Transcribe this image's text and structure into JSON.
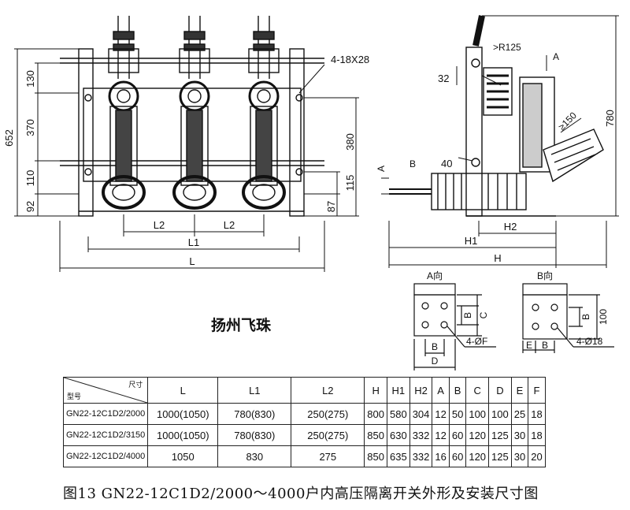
{
  "front_view": {
    "left_dims": [
      "652",
      "130",
      "370",
      "110",
      "92"
    ],
    "right_dims": [
      "380",
      "87",
      "115"
    ],
    "bottom_dims": [
      "L2",
      "L2",
      "L1",
      "L"
    ],
    "hole_label": "4-18X28"
  },
  "side_view": {
    "dims": {
      "r125": ">R125",
      "d780": "780",
      "d32": "32",
      "d150": "≥150",
      "d40": "40",
      "h2": "H2",
      "h1": "H1",
      "h": "H"
    },
    "section_marks": {
      "a_top": "A",
      "a_side": "A",
      "b_side": "B"
    }
  },
  "detail_a": {
    "title": "A向",
    "b": "B",
    "c": "C",
    "d": "D",
    "hole": "4-ØF"
  },
  "detail_b": {
    "title": "B向",
    "b": "B",
    "e": "E",
    "h100": "100",
    "hole": "4-Ø18"
  },
  "brand": "扬州飞珠",
  "table": {
    "corner_top": "尺寸",
    "corner_bottom": "型号",
    "headers": [
      "L",
      "L1",
      "L2",
      "H",
      "H1",
      "H2",
      "A",
      "B",
      "C",
      "D",
      "E",
      "F"
    ],
    "rows": [
      {
        "model": "GN22-12C1D2/2000",
        "values": [
          "1000(1050)",
          "780(830)",
          "250(275)",
          "800",
          "580",
          "304",
          "12",
          "50",
          "100",
          "100",
          "25",
          "18"
        ]
      },
      {
        "model": "GN22-12C1D2/3150",
        "values": [
          "1000(1050)",
          "780(830)",
          "250(275)",
          "850",
          "630",
          "332",
          "12",
          "60",
          "120",
          "125",
          "30",
          "18"
        ]
      },
      {
        "model": "GN22-12C1D2/4000",
        "values": [
          "1050",
          "830",
          "275",
          "850",
          "635",
          "332",
          "16",
          "60",
          "120",
          "125",
          "30",
          "20"
        ]
      }
    ]
  },
  "caption": "图13  GN22-12C1D2/2000～4000户内高压隔离开关外形及安装尺寸图"
}
